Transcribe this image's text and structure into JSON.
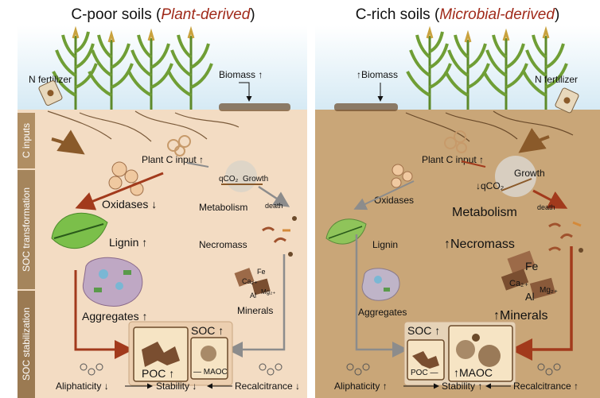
{
  "left": {
    "title_main": "C-poor soils (",
    "title_italic": "Plant-derived",
    "title_close": ")",
    "n_fertilizer": "N fertilizer",
    "biomass": "Biomass",
    "plant_c_input": "Plant C input",
    "oxidases": "Oxidases",
    "qco2": "qCO₂",
    "growth": "Growth",
    "death": "death",
    "metabolism": "Metabolism",
    "lignin": "Lignin",
    "necromass": "Necromass",
    "aggregates": "Aggregates",
    "minerals": "Minerals",
    "soc": "SOC",
    "poc": "POC",
    "maoc": "MAOC",
    "aliphaticity": "Aliphaticity",
    "stability": "Stability",
    "recalcitrance": "Recalcitrance",
    "mineral_ions": [
      "Fe",
      "Ca₂₊",
      "Mg₂₊",
      "Al"
    ]
  },
  "right": {
    "title_main": "C-rich soils (",
    "title_italic": "Microbial-derived",
    "title_close": ")",
    "n_fertilizer": "N fertilizer",
    "biomass": "Biomass",
    "plant_c_input": "Plant C input",
    "oxidases": "Oxidases",
    "qco2": "qCO₂",
    "growth": "Growth",
    "death": "death",
    "metabolism": "Metabolism",
    "lignin": "Lignin",
    "necromass": "Necromass",
    "aggregates": "Aggregates",
    "minerals": "Minerals",
    "soc": "SOC",
    "poc": "POC",
    "maoc": "MAOC",
    "aliphaticity": "Aliphaticity",
    "stability": "Stability",
    "recalcitrance": "Recalcitrance",
    "mineral_ions": [
      "Fe",
      "Ca₂₊",
      "Mg₂₊",
      "Al"
    ]
  },
  "sidebar": {
    "c_inputs": "C inputs",
    "soc_transformation": "SOC transformation",
    "soc_stabilization": "SOC stabilization"
  },
  "colors": {
    "left_soil": "#f3dcc3",
    "right_soil": "#c9a678",
    "sky": "#dfeef6",
    "arrow_red": "#a23a1c",
    "arrow_gray": "#8c8c8c",
    "sidebar": "#a5855c",
    "title_accent": "#a02a1a"
  }
}
